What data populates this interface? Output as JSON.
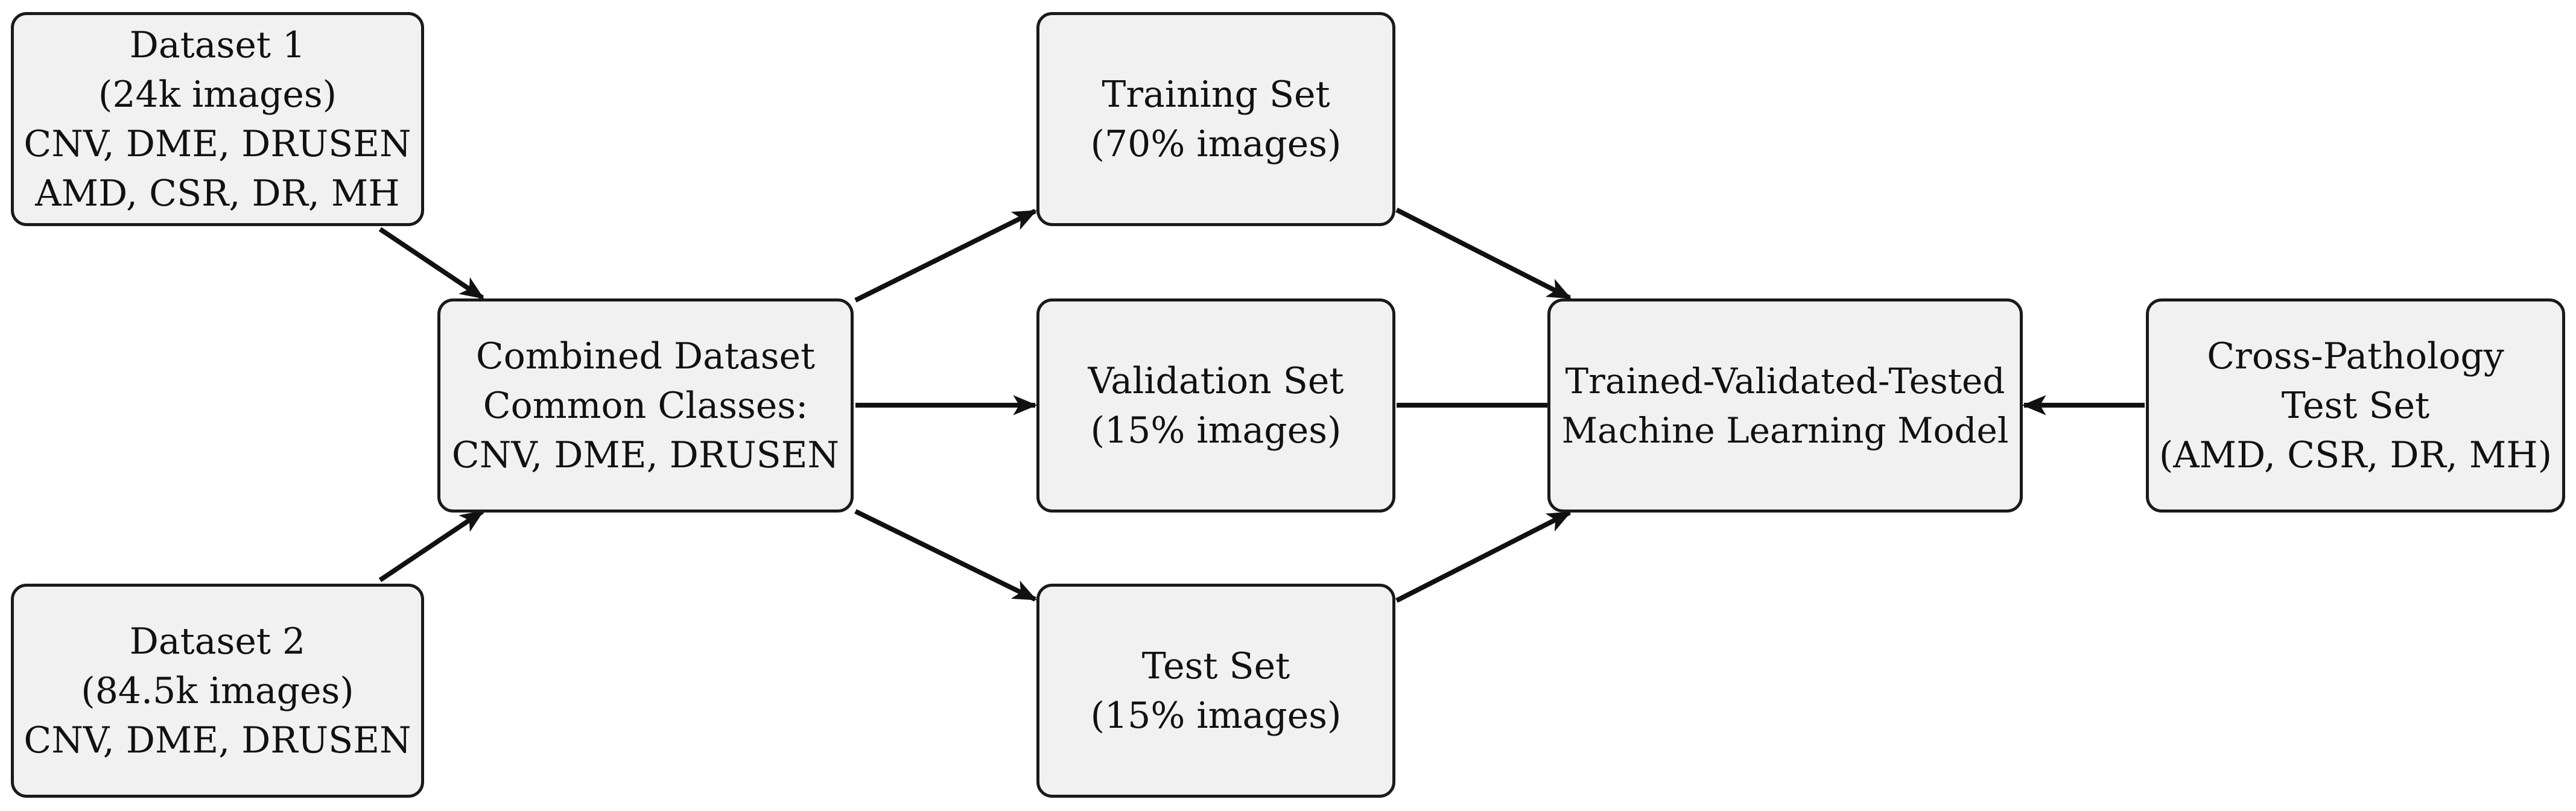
{
  "nodes": {
    "dataset1": {
      "lines": [
        "Dataset 1",
        "(24k images)",
        "CNV, DME, DRUSEN",
        "AMD, CSR, DR, MH"
      ]
    },
    "dataset2": {
      "lines": [
        "Dataset 2",
        "(84.5k images)",
        "CNV, DME, DRUSEN"
      ]
    },
    "combined": {
      "lines": [
        "Combined Dataset",
        "Common Classes:",
        "CNV, DME, DRUSEN"
      ]
    },
    "training": {
      "lines": [
        "Training Set",
        "(70% images)"
      ]
    },
    "validation": {
      "lines": [
        "Validation Set",
        "(15% images)"
      ]
    },
    "test": {
      "lines": [
        "Test Set",
        "(15% images)"
      ]
    },
    "model": {
      "lines": [
        "Trained-Validated-Tested",
        "Machine Learning Model"
      ]
    },
    "crosspath": {
      "lines": [
        "Cross-Pathology",
        "Test Set",
        "(AMD, CSR, DR, MH)"
      ]
    }
  },
  "edges": [
    {
      "from": "dataset1",
      "to": "combined"
    },
    {
      "from": "dataset2",
      "to": "combined"
    },
    {
      "from": "combined",
      "to": "training"
    },
    {
      "from": "combined",
      "to": "validation"
    },
    {
      "from": "combined",
      "to": "test"
    },
    {
      "from": "training",
      "to": "model"
    },
    {
      "from": "validation",
      "to": "model"
    },
    {
      "from": "test",
      "to": "model"
    },
    {
      "from": "crosspath",
      "to": "model"
    }
  ],
  "colors": {
    "node_fill": "#f1f1f1",
    "stroke": "#111111"
  }
}
